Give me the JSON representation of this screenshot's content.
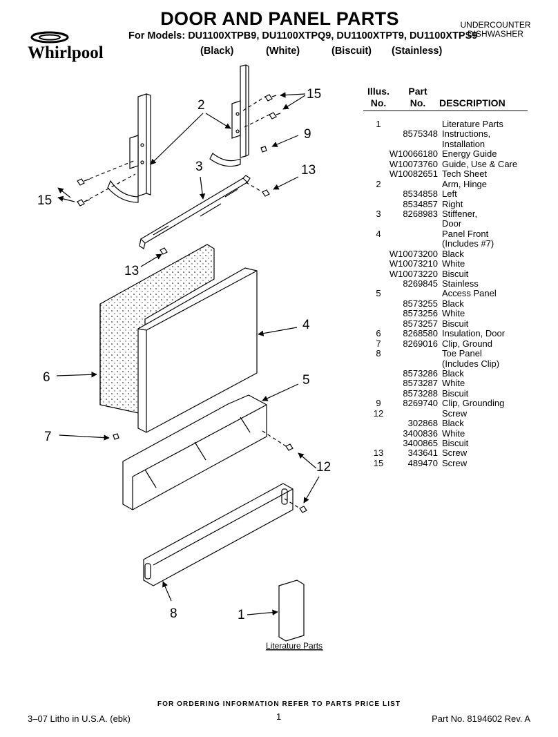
{
  "brand": {
    "name": "Whirlpool"
  },
  "header": {
    "title": "DOOR AND PANEL PARTS",
    "models": "For Models: DU1100XTPB9, DU1100XTPQ9, DU1100XTPT9, DU1100XTPS9",
    "colors": [
      "(Black)",
      "(White)",
      "(Biscuit)",
      "(Stainless)"
    ],
    "product_line1": "UNDERCOUNTER",
    "product_line2": "DISHWASHER"
  },
  "diagram": {
    "callouts": [
      "2",
      "15",
      "9",
      "3",
      "13",
      "15",
      "13",
      "4",
      "6",
      "5",
      "7",
      "12",
      "8",
      "1"
    ],
    "literature_label": "Literature Parts"
  },
  "parts_table": {
    "header": {
      "illus": "Illus.",
      "illus2": "No.",
      "part": "Part",
      "part2": "No.",
      "desc": "DESCRIPTION"
    },
    "rows": [
      {
        "illus": "1",
        "part": "",
        "desc": "Literature Parts"
      },
      {
        "illus": "",
        "part": "8575348",
        "desc": "Instructions,"
      },
      {
        "illus": "",
        "part": "",
        "desc": "Installation"
      },
      {
        "illus": "",
        "part": "W10066180",
        "desc": "Energy Guide"
      },
      {
        "illus": "",
        "part": "W10073760",
        "desc": "Guide, Use & Care"
      },
      {
        "illus": "",
        "part": "W10082651",
        "desc": "Tech Sheet"
      },
      {
        "illus": "2",
        "part": "",
        "desc": "Arm, Hinge"
      },
      {
        "illus": "",
        "part": "8534858",
        "desc": "Left"
      },
      {
        "illus": "",
        "part": "8534857",
        "desc": "Right"
      },
      {
        "illus": "3",
        "part": "8268983",
        "desc": "Stiffener,"
      },
      {
        "illus": "",
        "part": "",
        "desc": "Door"
      },
      {
        "illus": "4",
        "part": "",
        "desc": "Panel Front"
      },
      {
        "illus": "",
        "part": "",
        "desc": "(Includes #7)"
      },
      {
        "illus": "",
        "part": "W10073200",
        "desc": "Black"
      },
      {
        "illus": "",
        "part": "W10073210",
        "desc": "White"
      },
      {
        "illus": "",
        "part": "W10073220",
        "desc": "Biscuit"
      },
      {
        "illus": "",
        "part": "8269845",
        "desc": "Stainless"
      },
      {
        "illus": "5",
        "part": "",
        "desc": "Access Panel"
      },
      {
        "illus": "",
        "part": "8573255",
        "desc": "Black"
      },
      {
        "illus": "",
        "part": "8573256",
        "desc": "White"
      },
      {
        "illus": "",
        "part": "8573257",
        "desc": "Biscuit"
      },
      {
        "illus": "6",
        "part": "8268580",
        "desc": "Insulation, Door"
      },
      {
        "illus": "7",
        "part": "8269016",
        "desc": "Clip, Ground"
      },
      {
        "illus": "8",
        "part": "",
        "desc": "Toe Panel"
      },
      {
        "illus": "",
        "part": "",
        "desc": "(Includes Clip)"
      },
      {
        "illus": "",
        "part": "8573286",
        "desc": "Black"
      },
      {
        "illus": "",
        "part": "8573287",
        "desc": "White"
      },
      {
        "illus": "",
        "part": "8573288",
        "desc": "Biscuit"
      },
      {
        "illus": "9",
        "part": "8269740",
        "desc": "Clip, Grounding"
      },
      {
        "illus": "12",
        "part": "",
        "desc": "Screw"
      },
      {
        "illus": "",
        "part": "302868",
        "desc": "Black"
      },
      {
        "illus": "",
        "part": "3400836",
        "desc": "White"
      },
      {
        "illus": "",
        "part": "3400865",
        "desc": "Biscuit"
      },
      {
        "illus": "13",
        "part": "343641",
        "desc": "Screw"
      },
      {
        "illus": "15",
        "part": "489470",
        "desc": "Screw"
      }
    ]
  },
  "footer": {
    "note": "FOR ORDERING INFORMATION REFER TO PARTS PRICE LIST",
    "left": "3–07 Litho in U.S.A. (ebk)",
    "page": "1",
    "right": "Part No. 8194602 Rev. A"
  }
}
